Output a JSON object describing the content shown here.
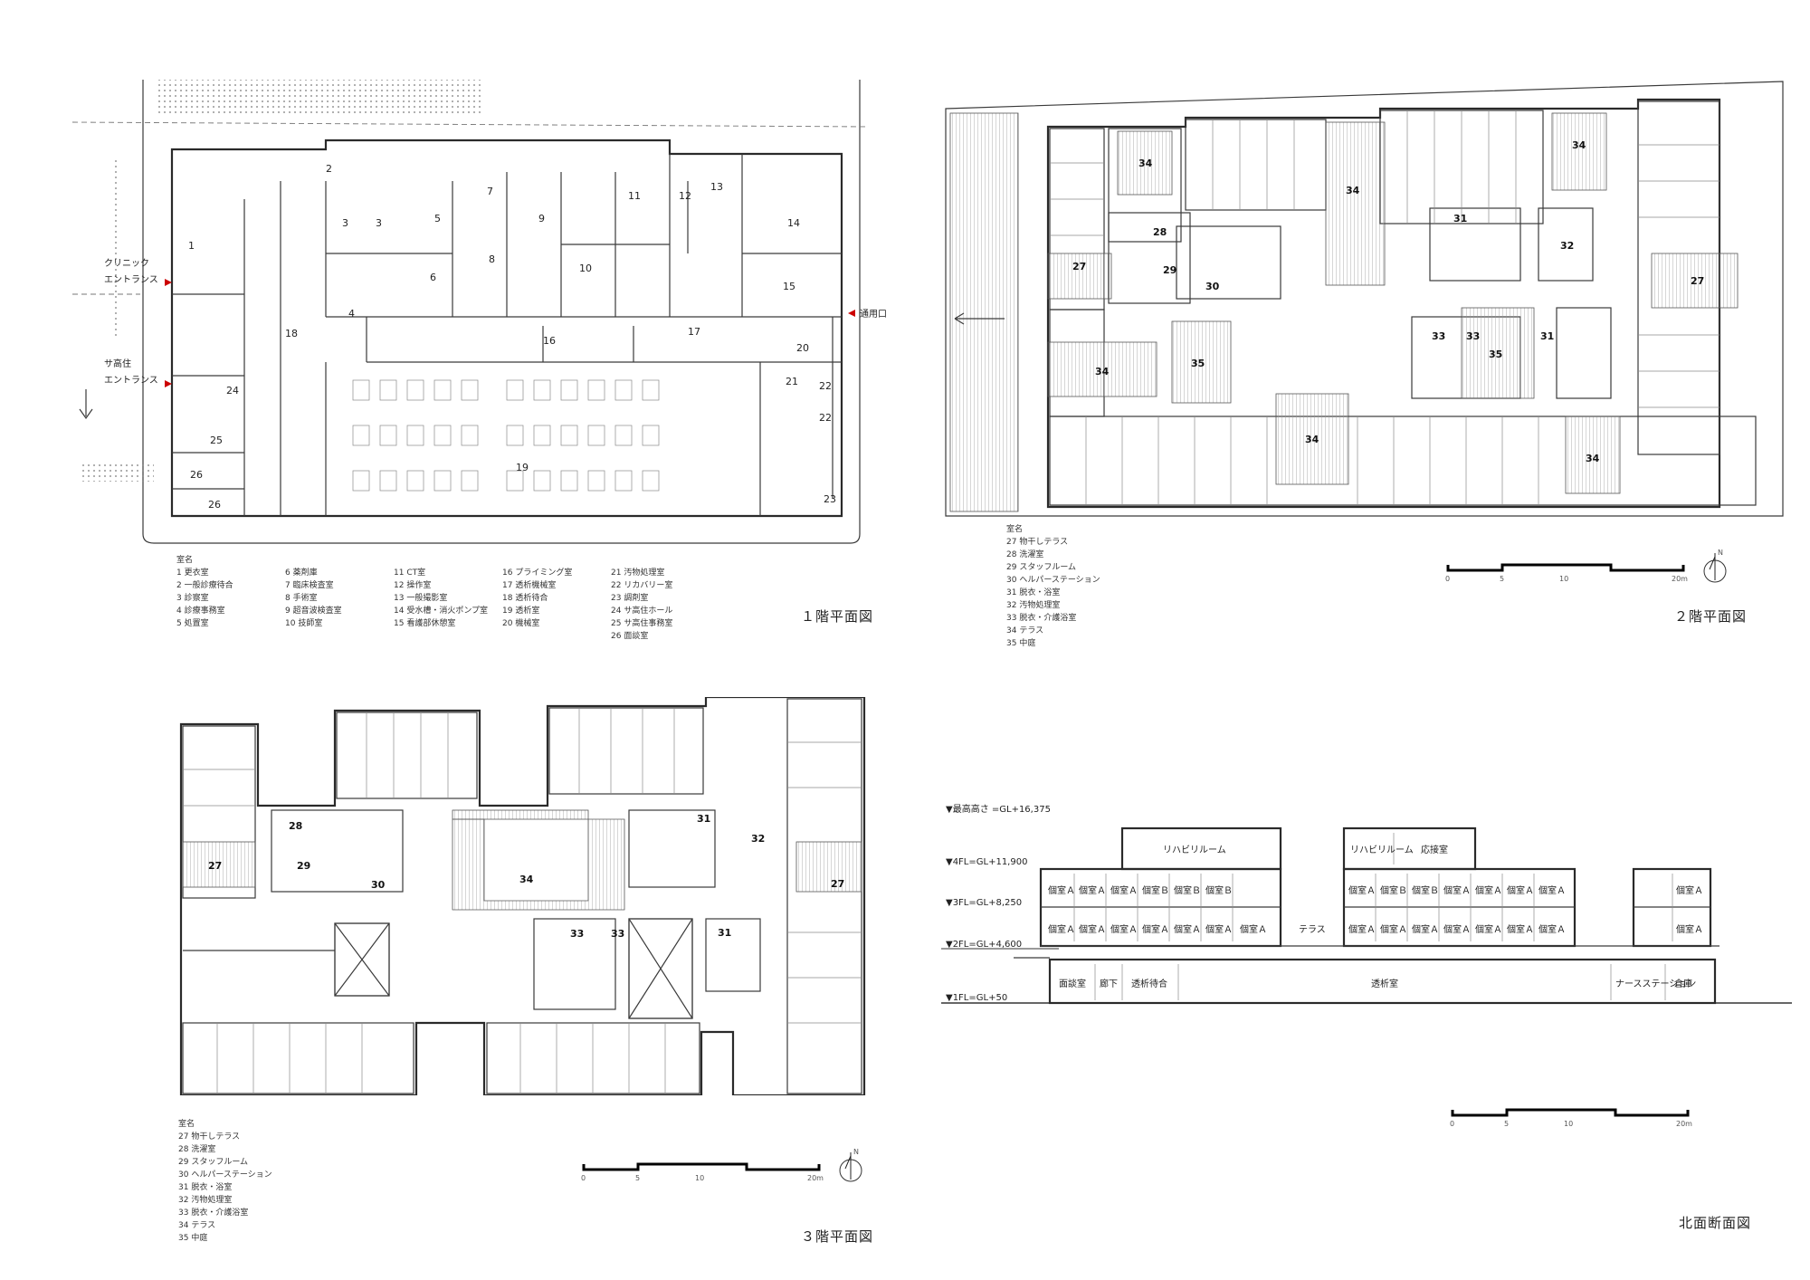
{
  "plan1": {
    "title": "１階平面図",
    "entrance_clinic": [
      "クリニック",
      "エントランス"
    ],
    "entrance_sajyu": [
      "サ高住",
      "エントランス"
    ],
    "service_entrance": "通用口",
    "room_numbers": [
      "1",
      "2",
      "3",
      "3",
      "4",
      "5",
      "6",
      "7",
      "8",
      "9",
      "10",
      "11",
      "12",
      "13",
      "14",
      "15",
      "16",
      "17",
      "18",
      "19",
      "20",
      "21",
      "22",
      "22",
      "23",
      "24",
      "25",
      "26",
      "26"
    ],
    "legend_head": "室名",
    "legend": [
      [
        "1 更衣室",
        "2 一般診療待合",
        "3 診察室",
        "4 診療事務室",
        "5 処置室"
      ],
      [
        "6 薬剤庫",
        "7 臨床検査室",
        "8 手術室",
        "9 超音波検査室",
        "10 技師室"
      ],
      [
        "11 CT室",
        "12 操作室",
        "13 一般撮影室",
        "14 受水槽・消火ポンプ室",
        "15 看護部休憩室"
      ],
      [
        "16 プライミング室",
        "17 透析機械室",
        "18 透析待合",
        "19 透析室",
        "20 機械室"
      ],
      [
        "21 汚物処理室",
        "22 リカバリー室",
        "23 調剤室",
        "24 サ高住ホール",
        "25 サ高住事務室",
        "26 面談室"
      ]
    ]
  },
  "plan2": {
    "title": "２階平面図",
    "room_numbers": [
      "34",
      "34",
      "34",
      "34",
      "34",
      "34",
      "27",
      "27",
      "28",
      "29",
      "30",
      "31",
      "31",
      "32",
      "33",
      "33",
      "35",
      "35"
    ],
    "legend_head": "室名",
    "legend": [
      "27 物干しテラス",
      "28 洗濯室",
      "29 スタッフルーム",
      "30 ヘルパーステーション",
      "31 脱衣・浴室",
      "32 汚物処理室",
      "33 脱衣・介護浴室",
      "34 テラス",
      "35 中庭"
    ],
    "scale": [
      "0",
      "5",
      "10",
      "20m"
    ],
    "north": "N"
  },
  "plan3": {
    "title": "３階平面図",
    "room_numbers": [
      "27",
      "27",
      "28",
      "29",
      "30",
      "31",
      "31",
      "32",
      "33",
      "33",
      "34"
    ],
    "legend_head": "室名",
    "legend": [
      "27 物干しテラス",
      "28 洗濯室",
      "29 スタッフルーム",
      "30 ヘルパーステーション",
      "31 脱衣・浴室",
      "32 汚物処理室",
      "33 脱衣・介護浴室",
      "34 テラス",
      "35 中庭"
    ],
    "scale": [
      "0",
      "5",
      "10",
      "20m"
    ],
    "north": "N"
  },
  "section": {
    "title": "北面断面図",
    "levels": [
      "▼最高高さ =GL+16,375",
      "▼4FL=GL+11,900",
      "▼3FL=GL+8,250",
      "▼2FL=GL+4,600",
      "▼1FL=GL+50"
    ],
    "rooms_4f": [
      "リハビリルーム",
      "リハビリルーム",
      "応接室"
    ],
    "rooms_3f": [
      "個室Ａ",
      "個室Ａ",
      "個室Ａ",
      "個室Ｂ",
      "個室Ｂ",
      "個室Ｂ",
      "個室Ａ",
      "個室Ｂ",
      "個室Ｂ",
      "個室Ａ",
      "個室Ａ",
      "個室Ａ",
      "個室Ａ",
      "個室Ａ"
    ],
    "rooms_2f": [
      "個室Ａ",
      "個室Ａ",
      "個室Ａ",
      "個室Ａ",
      "個室Ａ",
      "個室Ａ",
      "個室Ａ",
      "テラス",
      "個室Ａ",
      "個室Ａ",
      "個室Ａ",
      "個室Ａ",
      "個室Ａ",
      "個室Ａ",
      "個室Ａ",
      "個室Ａ"
    ],
    "rooms_1f": [
      "面談室",
      "廊下",
      "透析待合",
      "透析室",
      "ナースステーション",
      "倉庫"
    ],
    "scale": [
      "0",
      "5",
      "10",
      "20m"
    ]
  }
}
